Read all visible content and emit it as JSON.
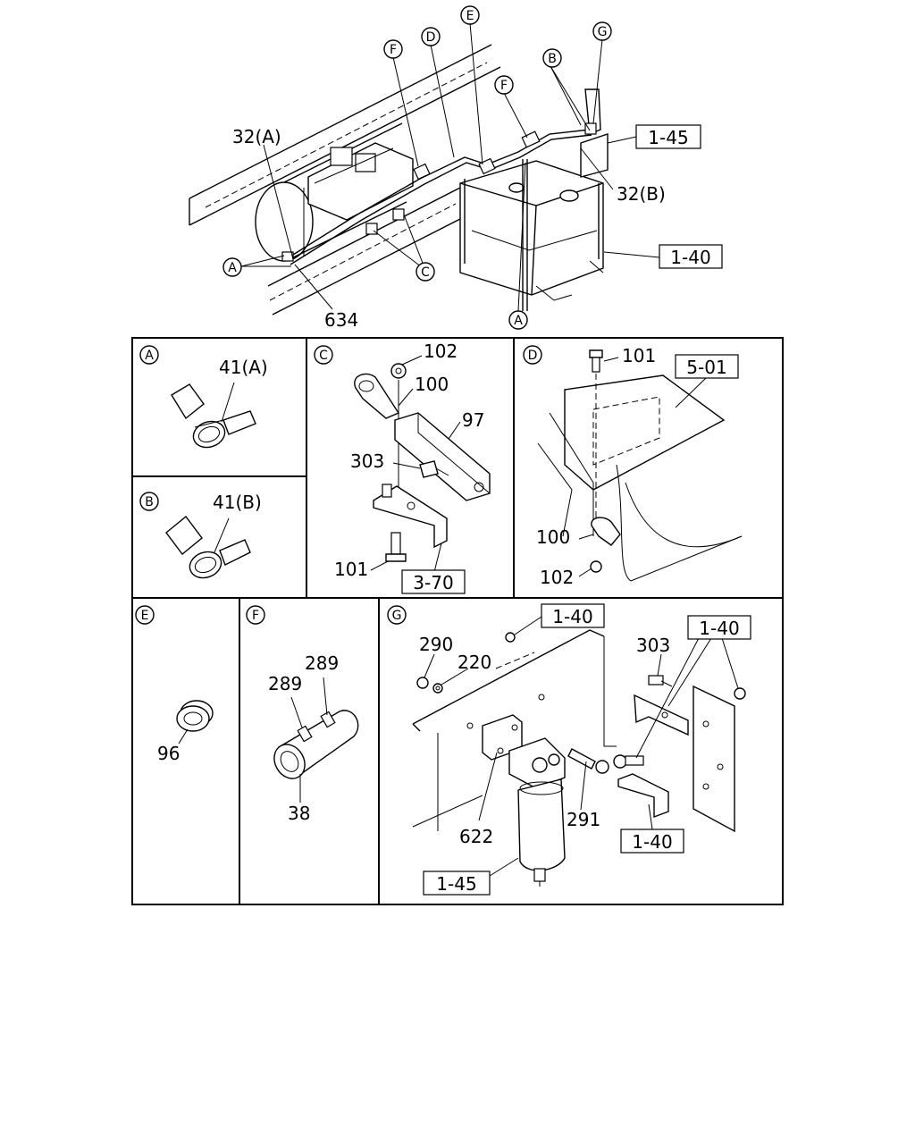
{
  "overview": {
    "callouts": {
      "A1": "A",
      "A2": "A",
      "B": "B",
      "C": "C",
      "D": "D",
      "E": "E",
      "F1": "F",
      "F2": "F",
      "G": "G"
    },
    "labels": {
      "p32a": "32(A)",
      "p32b": "32(B)",
      "p634": "634"
    },
    "refs": {
      "r145": "1-45",
      "r140": "1-40"
    }
  },
  "panels": {
    "A": {
      "letter": "A",
      "label": "41(A)"
    },
    "B": {
      "letter": "B",
      "label": "41(B)"
    },
    "C": {
      "letter": "C",
      "labels": [
        "102",
        "100",
        "97",
        "303",
        "101"
      ],
      "ref": "3-70"
    },
    "D": {
      "letter": "D",
      "labels": [
        "101",
        "100",
        "102"
      ],
      "ref": "5-01"
    },
    "E": {
      "letter": "E",
      "label": "96"
    },
    "F": {
      "letter": "F",
      "labels": [
        "289",
        "289",
        "38"
      ]
    },
    "G": {
      "letter": "G",
      "labels": [
        "290",
        "220",
        "303",
        "622",
        "291"
      ],
      "refs": [
        "1-40",
        "1-40",
        "1-40",
        "1-45"
      ]
    }
  }
}
